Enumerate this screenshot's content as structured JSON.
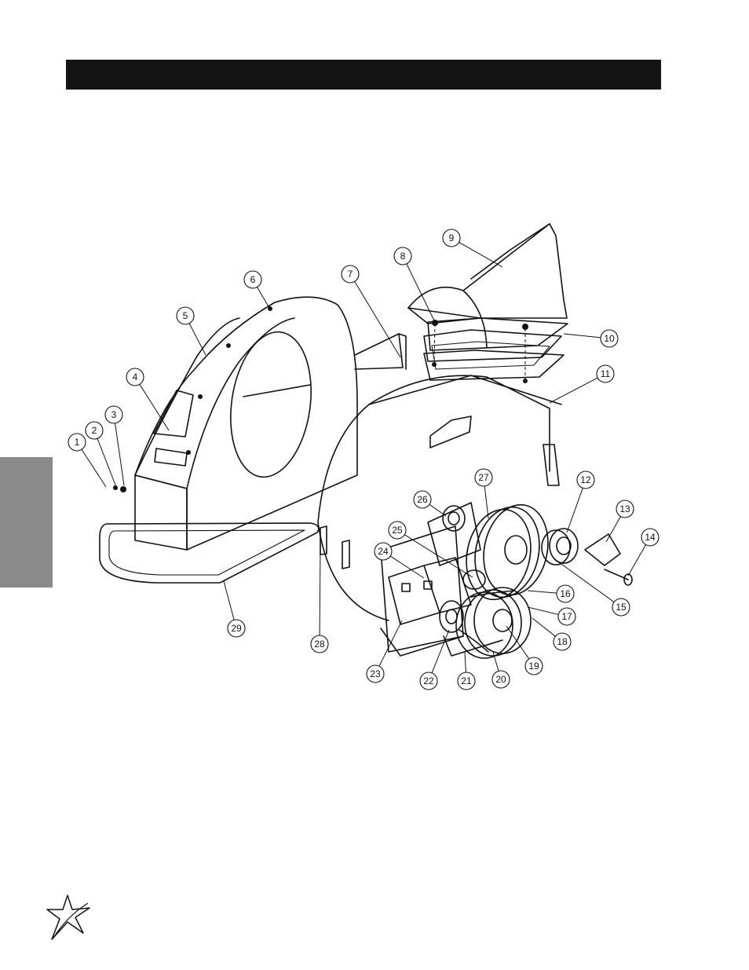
{
  "header": {
    "title": ""
  },
  "diagram": {
    "callouts": [
      {
        "label": "1"
      },
      {
        "label": "2"
      },
      {
        "label": "3"
      },
      {
        "label": "4"
      },
      {
        "label": "5"
      },
      {
        "label": "6"
      },
      {
        "label": "7"
      },
      {
        "label": "8"
      },
      {
        "label": "9"
      },
      {
        "label": "10"
      },
      {
        "label": "11"
      },
      {
        "label": "12"
      },
      {
        "label": "13"
      },
      {
        "label": "14"
      },
      {
        "label": "15"
      },
      {
        "label": "16"
      },
      {
        "label": "17"
      },
      {
        "label": "18"
      },
      {
        "label": "19"
      },
      {
        "label": "20"
      },
      {
        "label": "21"
      },
      {
        "label": "22"
      },
      {
        "label": "23"
      },
      {
        "label": "24"
      },
      {
        "label": "25"
      },
      {
        "label": "26"
      },
      {
        "label": "27"
      },
      {
        "label": "28"
      },
      {
        "label": "29"
      }
    ]
  },
  "branding": {
    "logo_icon": "star-swoosh-logo-icon"
  }
}
